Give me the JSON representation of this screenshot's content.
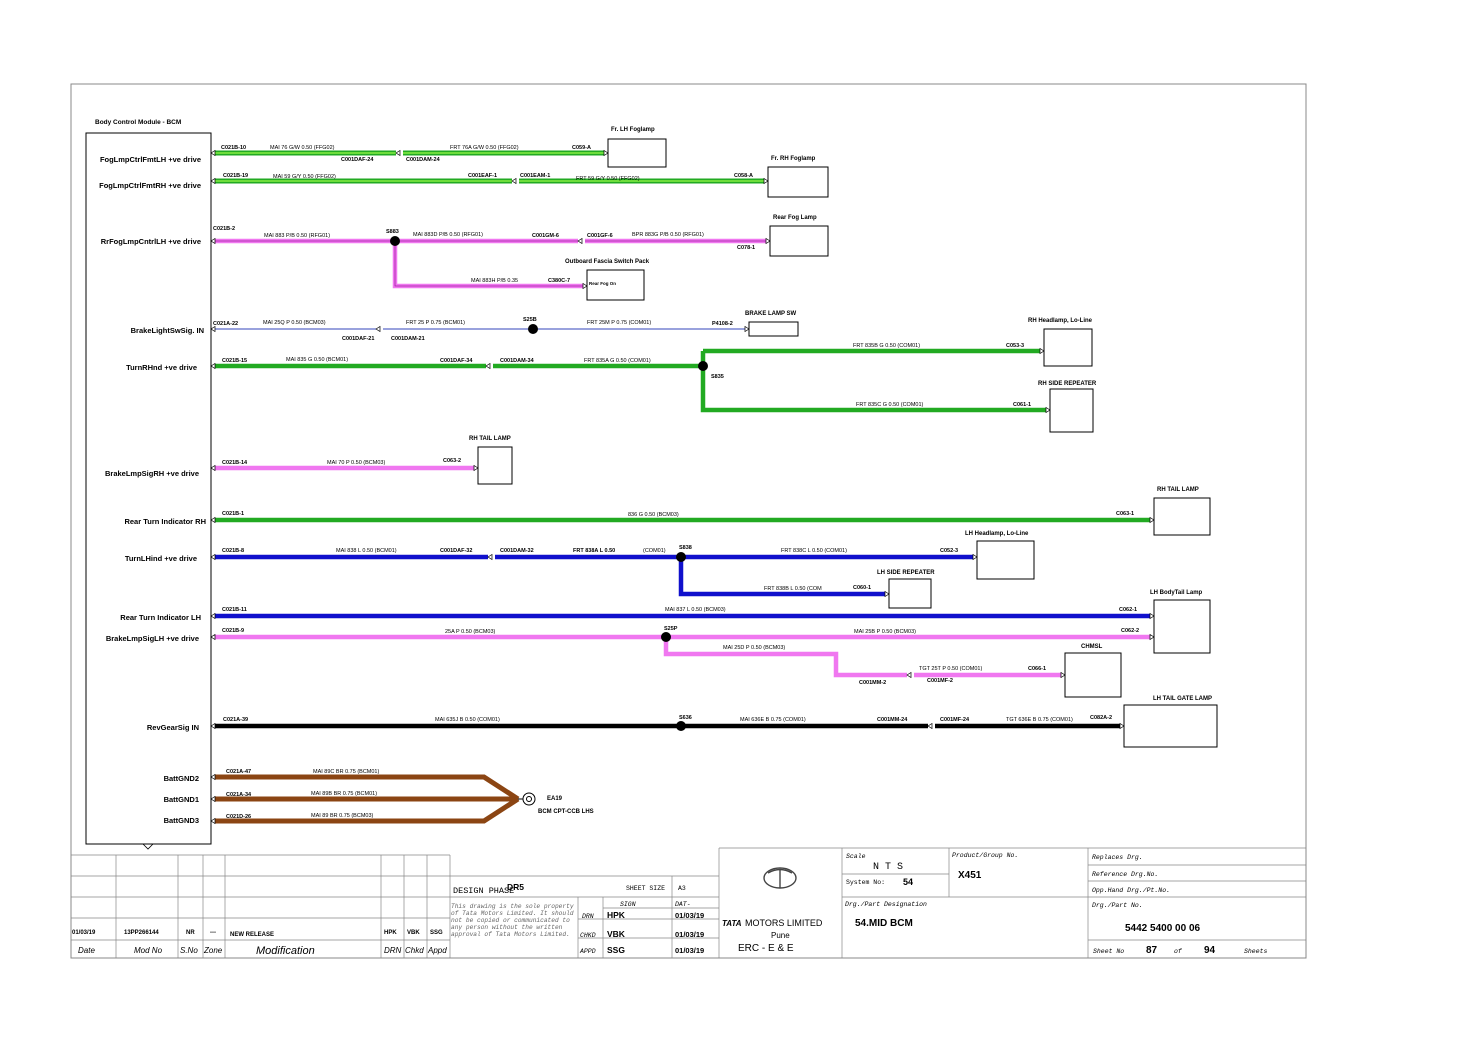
{
  "bcm": {
    "title": "Body Control Module - BCM",
    "pins": [
      "FogLmpCtrlFmtLH +ve drive",
      "FogLmpCtrlFmtRH +ve drive",
      "RrFogLmpCntrlLH +ve drive",
      "BrakeLightSwSig. IN",
      "TurnRHnd +ve drive",
      "BrakeLmpSigRH +ve drive",
      "Rear Turn Indicator RH",
      "TurnLHind +ve drive",
      "Rear Turn Indicator LH",
      "BrakeLmpSigLH +ve drive",
      "RevGearSig IN",
      "BattGND2",
      "BattGND1",
      "BattGND3"
    ]
  },
  "colors": {
    "green": "#22aa22",
    "light_green": "#66dd33",
    "pink": "#f077f0",
    "blue": "#1010cc",
    "black": "#000000",
    "brown": "#8b4513",
    "thin_blue": "#3344bb"
  },
  "components": [
    "Fr. LH Foglamp",
    "Fr. RH Foglamp",
    "Rear Fog Lamp",
    "Outboard Fascia Switch Pack",
    "Rear Fog On",
    "BRAKE LAMP SW",
    "RH Headlamp, Lo-Line",
    "RH SIDE REPEATER",
    "RH TAIL LAMP",
    "RH TAIL LAMP",
    "LH Headlamp, Lo-Line",
    "LH SIDE REPEATER",
    "LH BodyTail Lamp",
    "CHMSL",
    "LH TAIL GATE LAMP",
    "EA19",
    "BCM CPT-CCB LHS"
  ],
  "connectors": [
    "C021B-10",
    "C001DAF-24",
    "C001DAM-24",
    "C059-A",
    "C021B-19",
    "C001EAF-1",
    "C001EAM-1",
    "C058-A",
    "C021B-2",
    "S883",
    "C001GM-6",
    "C001GF-6",
    "C078-1",
    "C380C-7",
    "C021A-22",
    "C001DAF-21",
    "C001DAM-21",
    "S25B",
    "P4108-2",
    "C021B-15",
    "C001DAF-34",
    "C001DAM-34",
    "S835",
    "C053-3",
    "C061-1",
    "C021B-14",
    "C063-2",
    "C021B-1",
    "C063-1",
    "C021B-8",
    "C001DAF-32",
    "C001DAM-32",
    "S838",
    "C052-3",
    "C060-1",
    "C021B-11",
    "C062-1",
    "C021B-9",
    "S25P",
    "C062-2",
    "C001MM-2",
    "C001MF-2",
    "C066-1",
    "C021A-39",
    "S636",
    "C001MM-24",
    "C001MF-24",
    "C082A-2",
    "C021A-47",
    "C021A-34",
    "C021D-26"
  ],
  "wire_labels": [
    "MAI  76  G/W  0.50  (FFG02)",
    "FRT  76A  G/W  0.50  (FFG02)",
    "MAI  59  G/Y  0.50  (FFG02)",
    "FRT  59  G/Y  0.50  (FFG02)",
    "MAI  883  P/B  0.50  (RFG01)",
    "MAI  883D  P/B  0.50  (RFG01)",
    "BPR  883G  P/B  0.50  (RFG01)",
    "MAI  883H  P/B  0.35",
    "MAI  25Q  P  0.50  (BCM03)",
    "FRT  25  P  0.75  (BCM01)",
    "FRT  25M  P  0.75  (COM01)",
    "MAI  835  G  0.50  (BCM01)",
    "FRT  835A  G  0.50  (COM01)",
    "FRT  835B  G  0.50  (COM01)",
    "FRT  835C  G  0.50  (COM01)",
    "MAI  70  P  0.50  (BCM03)",
    "836  G  0.50  (BCM03)",
    "MAI  838  L  0.50  (BCM01)",
    "FRT  838A  L  0.50",
    "(COM01)",
    "FRT  838C  L  0.50  (COM01)",
    "FRT  838B  L  0.50  (COM",
    "MAI  837  L  0.50  (BCM03)",
    "25A  P  0.50  (BCM03)",
    "MAI  25B  P  0.50  (BCM03)",
    "MAI  25D  P  0.50  (BCM03)",
    "TGT  25T  P  0.50  (COM01)",
    "MAI  635J  B  0.50  (COM01)",
    "MAI  636E  B  0.75  (COM01)",
    "TGT  636E  B  0.75  (COM01)",
    "MAI  89C  BR  0.75  (BCM01)",
    "MAI  89B  BR  0.75  (BCM01)",
    "MAI  89  BR  0.75  (BCM03)"
  ],
  "title_block": {
    "revision": {
      "date": "01/03/19",
      "mod_no": "13PP266144",
      "s_no": "NR",
      "zone": "---",
      "modification": "NEW RELEASE",
      "drn": "HPK",
      "chkd": "VBK",
      "appd": "SSG"
    },
    "headers": {
      "date": "Date",
      "mod_no": "Mod No",
      "s_no": "S.No",
      "zone": "Zone",
      "modification": "Modification",
      "drn": "DRN",
      "chkd": "Chkd",
      "appd": "Appd"
    },
    "design_phase_label": "DESIGN PHASE",
    "design_phase": "DR5",
    "sheet_size_label": "SHEET SIZE",
    "sheet_size": "A3",
    "property_note": "This drawing is the sole property of Tata Motors Limited. It should not be copied or communicated to any person without the written approval of Tata Motors Limited.",
    "sign_label": "SIGN",
    "dat_label": "DAT-",
    "drn_label": "DRN",
    "chkd_label": "CHKD",
    "appd_label": "APPD",
    "drn_sign": "HPK",
    "chkd_sign": "VBK",
    "appd_sign": "SSG",
    "drn_date": "01/03/19",
    "chkd_date": "01/03/19",
    "appd_date": "01/03/19",
    "company_logo": "TATA",
    "company": "MOTORS LIMITED",
    "city": "Pune",
    "dept": "ERC - E & E",
    "scale_label": "Scale",
    "scale": "N T S",
    "system_no_label": "System No:",
    "system_no": "54",
    "product_label": "Product/Group No.",
    "product": "X451",
    "designation_label": "Drg./Part Designation",
    "designation": "54.MID BCM",
    "replaces_label": "Replaces Drg.",
    "reference_label": "Reference Drg.No.",
    "opp_hand_label": "Opp.Hand Drg./Pt.No.",
    "drg_part_label": "Drg./Part No.",
    "drg_part_no": "5442 5400 00 06",
    "sheet_no_label": "Sheet No",
    "sheet_no": "87",
    "of_label": "of",
    "sheet_total": "94",
    "sheets_label": "Sheets"
  }
}
